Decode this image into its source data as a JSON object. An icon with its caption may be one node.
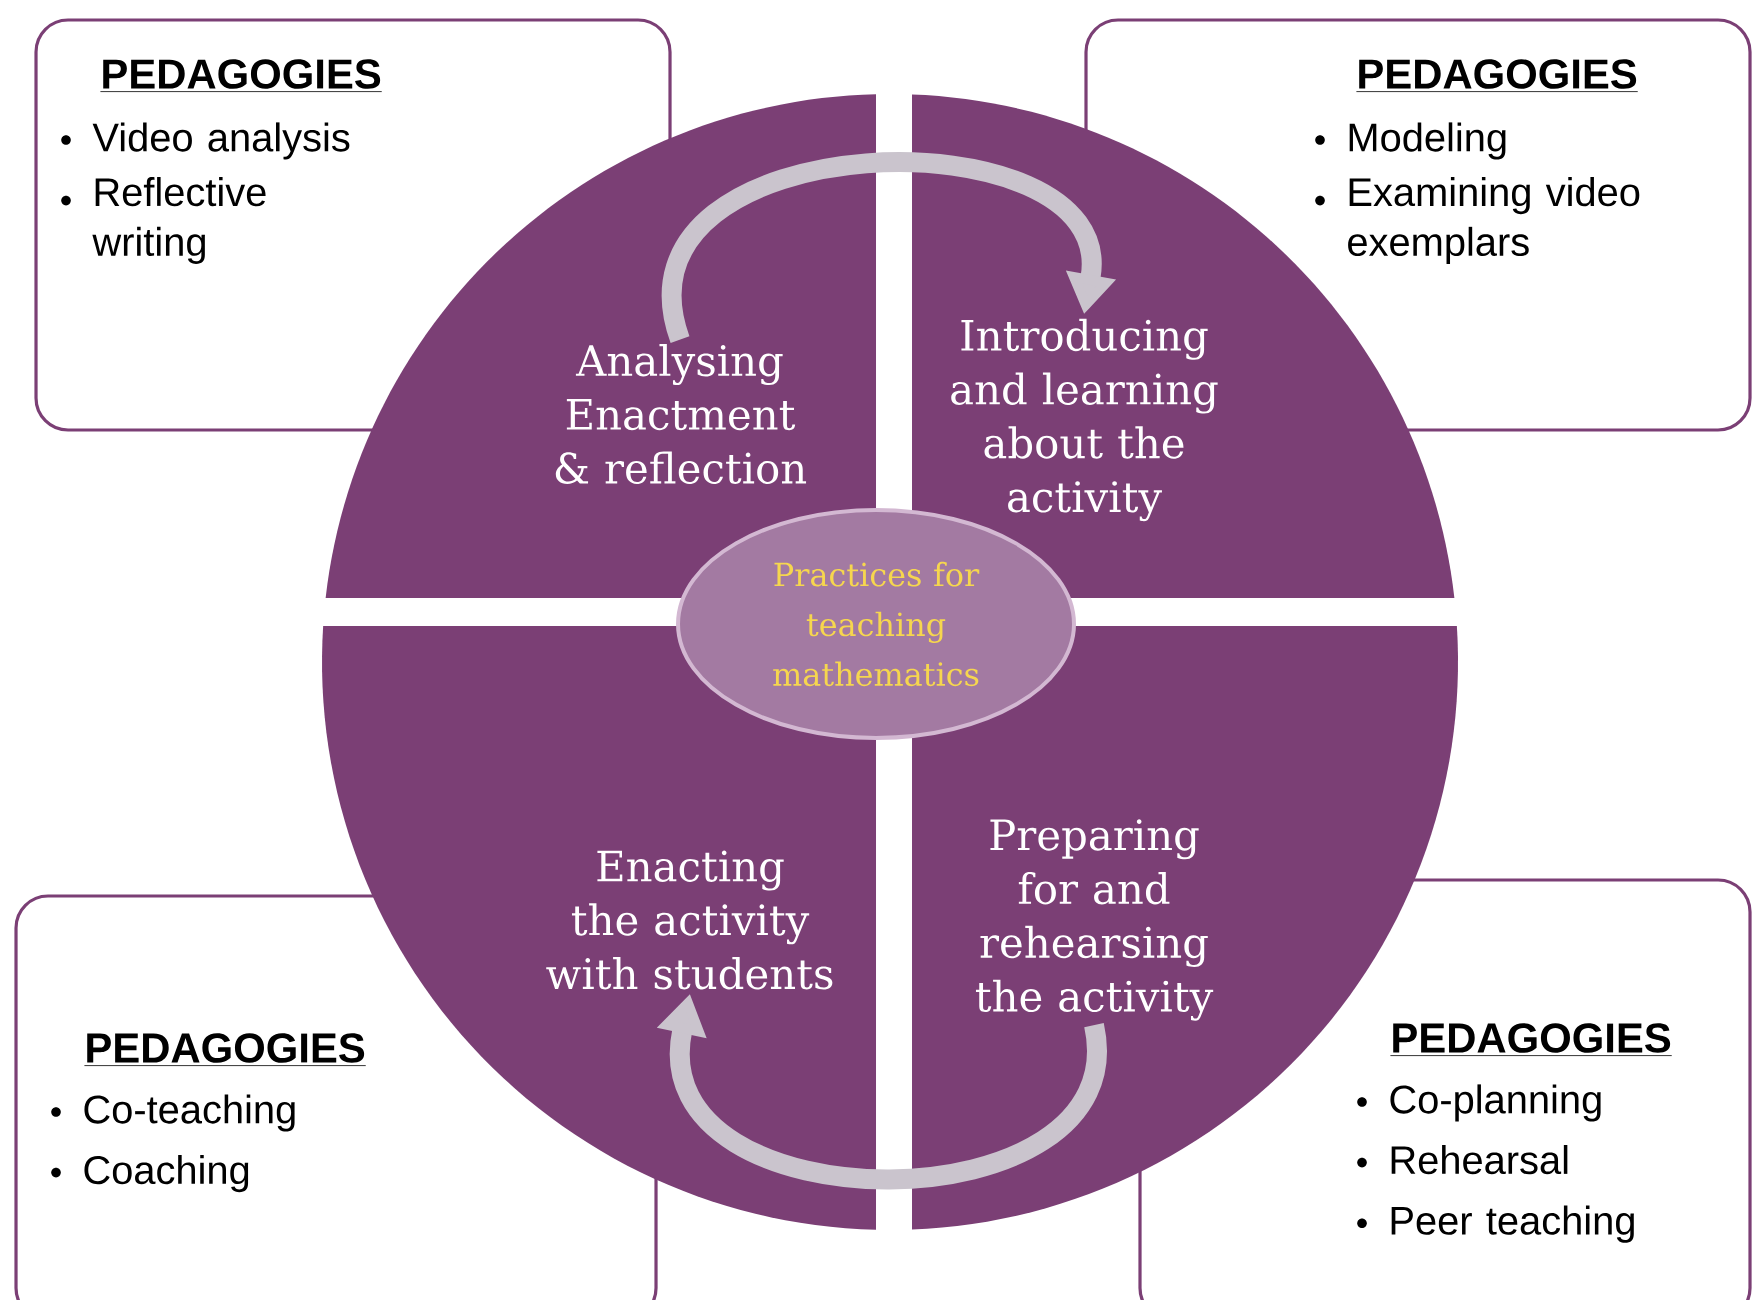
{
  "diagram": {
    "nodes": [
      {
        "text": [
          "PEDAGOGIES",
          "Video analysis",
          "Reflective writing"
        ]
      },
      {
        "text": [
          "PEDAGOGIES",
          "Modeling",
          "Examining video exemplars"
        ]
      },
      {
        "text": [
          "Analysing Enactment & reflection"
        ]
      },
      {
        "text": [
          "Introducing and learning about the activity"
        ]
      },
      {
        "text": [
          "Practices for teaching mathematics"
        ]
      },
      {
        "text": [
          "Enacting the activity with students"
        ]
      },
      {
        "text": [
          "Preparing for and rehearsing the activity"
        ]
      },
      {
        "text": [
          "PEDAGOGIES",
          "Co-teaching",
          "Coaching"
        ]
      },
      {
        "text": [
          "PEDAGOGIES",
          "Co-planning",
          "Rehearsal",
          "Peer teaching"
        ]
      }
    ],
    "edges": [
      {
        "from": 2,
        "to": 3,
        "arrow": "to"
      },
      {
        "from": 6,
        "to": 5,
        "arrow": "to"
      }
    ]
  }
}
